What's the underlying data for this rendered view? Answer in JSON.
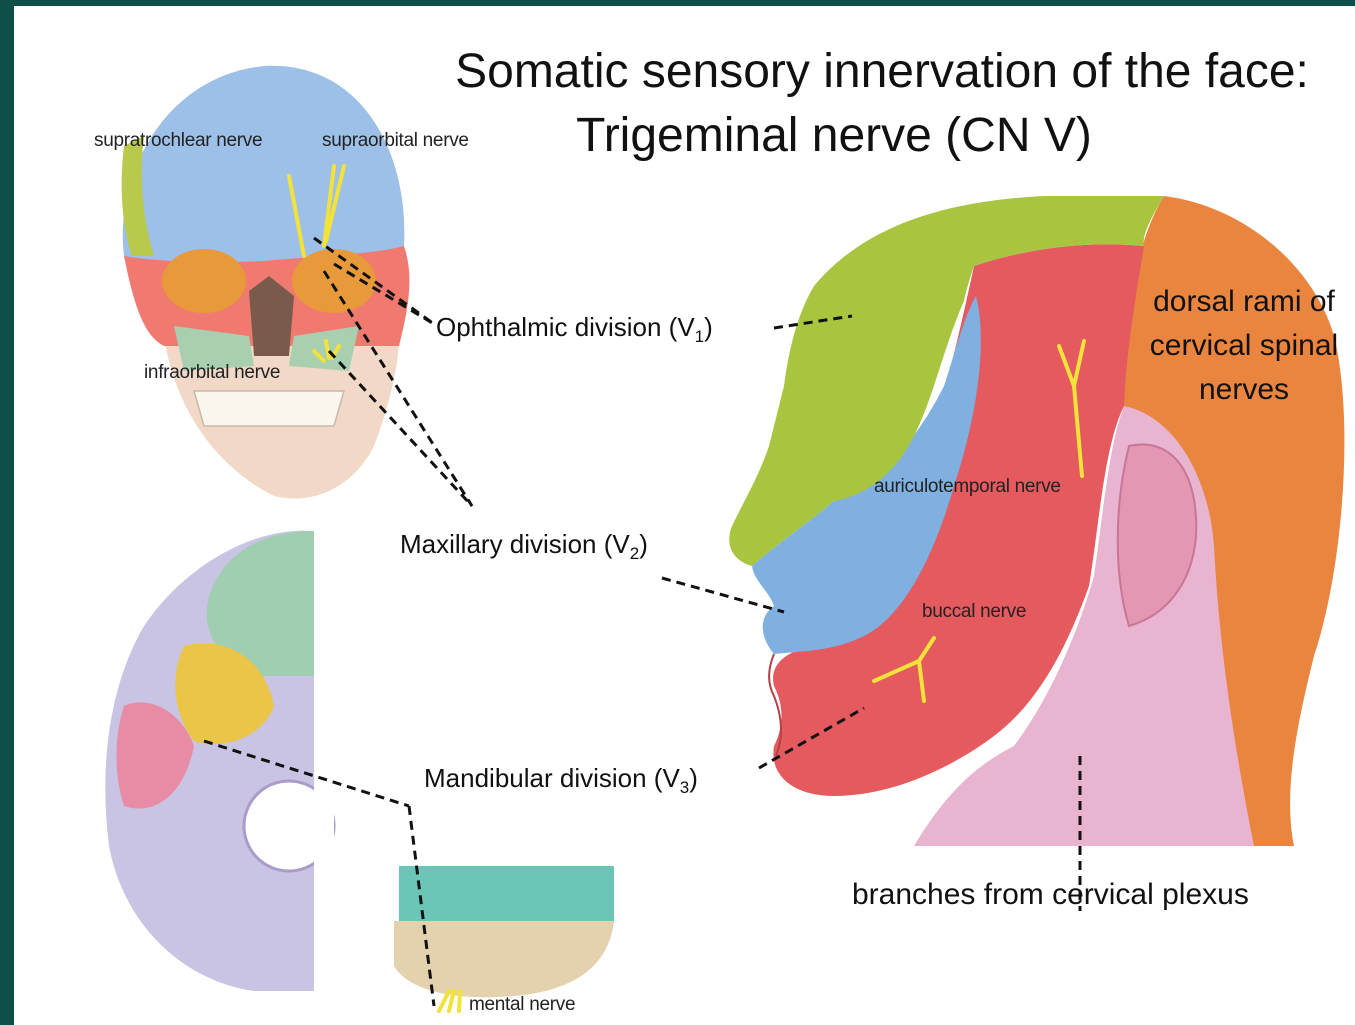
{
  "title": {
    "line1": "Somatic sensory innervation of the face:",
    "line2": "Trigeminal nerve (CN V)"
  },
  "labels": {
    "supratrochlear": "supratrochlear nerve",
    "supraorbital": "supraorbital nerve",
    "infraorbital": "infraorbital nerve",
    "auriculotemporal": "auriculotemporal nerve",
    "buccal": "buccal nerve",
    "mental": "mental nerve",
    "ophthalmic": "Ophthalmic division (V",
    "ophthalmic_sub": "1",
    "maxillary": "Maxillary division (V",
    "maxillary_sub": "2",
    "mandibular": "Mandibular division (V",
    "mandibular_sub": "3",
    "close_paren": ")",
    "dorsal_line1": "dorsal rami of",
    "dorsal_line2": "cervical spinal",
    "dorsal_line3": "nerves",
    "cervical_plexus": "branches from cervical plexus"
  },
  "colors": {
    "frame": "#0f4f4a",
    "ophthalmic": "#a9c43f",
    "maxillary": "#7fb0df",
    "mandibular": "#e45a5f",
    "dorsal_rami": "#ea8540",
    "cervical_plexus": "#e8b4cf",
    "nerve": "#f2e23a"
  }
}
